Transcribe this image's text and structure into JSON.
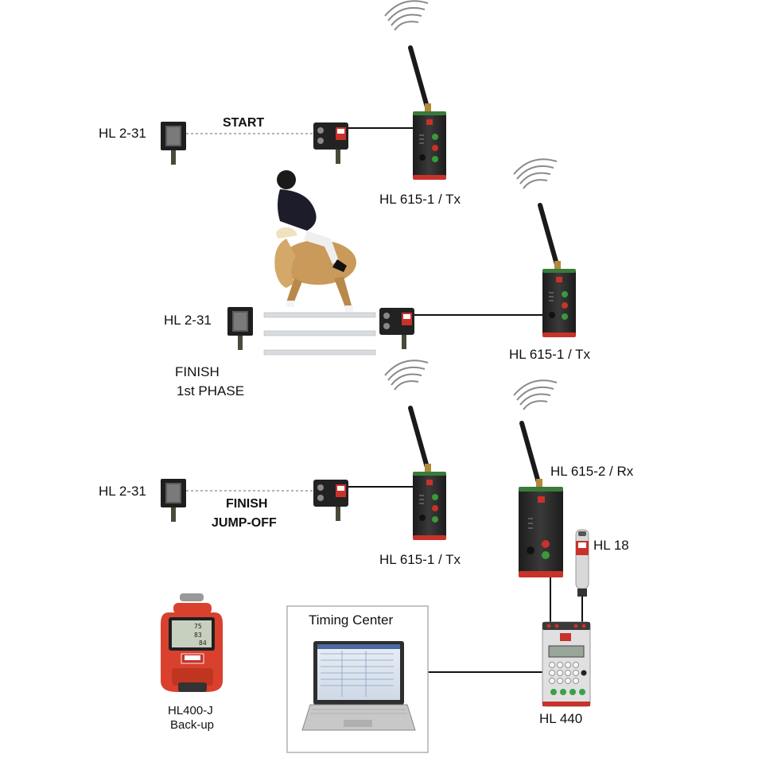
{
  "labels": {
    "start": "START",
    "finish_jumpoff_1": "FINISH",
    "finish_jumpoff_2": "JUMP-OFF",
    "finish_phase_1": "FINISH",
    "finish_phase_2": "1st PHASE",
    "cell_1": "HL 2-31",
    "cell_2": "HL 2-31",
    "cell_3": "HL 2-31",
    "tx_1": "HL 615-1 / Tx",
    "tx_2": "HL 615-1 / Tx",
    "tx_3": "HL 615-1 / Tx",
    "rx": "HL 615-2 / Rx",
    "hl18": "HL 18",
    "timing_center": "Timing Center",
    "hl440": "HL 440",
    "backup_1": "HL400-J",
    "backup_2": "Back-up"
  },
  "colors": {
    "device_dark": "#2a2a2a",
    "device_red": "#c8322a",
    "device_green": "#3a7a3a",
    "line": "#111111",
    "dashed": "#9a9a9a",
    "stopwatch_red": "#d9412e"
  }
}
